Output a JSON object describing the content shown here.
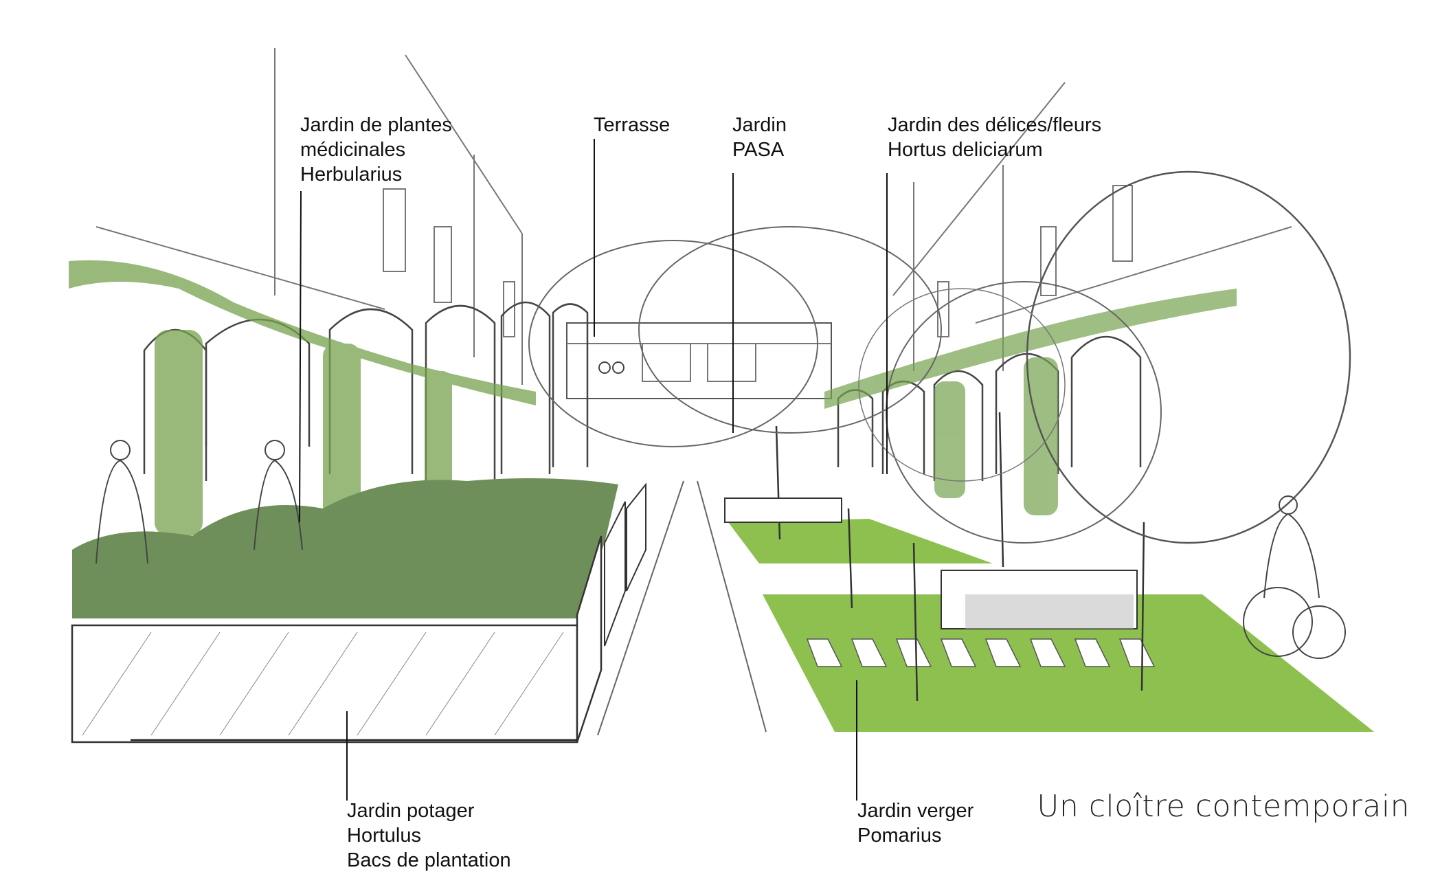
{
  "labels": {
    "medicinal": [
      "Jardin de plantes",
      "médicinales",
      "Herbularius"
    ],
    "terrace": [
      "Terrasse"
    ],
    "pasa": [
      "Jardin",
      "PASA"
    ],
    "delights": [
      "Jardin des délices/fleurs",
      "Hortus deliciarum"
    ],
    "vegetable": [
      "Jardin potager",
      "Hortulus",
      "Bacs de plantation"
    ],
    "orchard": [
      "Jardin verger",
      "Pomarius"
    ]
  },
  "caption": "Un cloître contemporain",
  "colors": {
    "lawn": "#8dc04f",
    "foliage": "#76a24e",
    "shrub": "#6e8f59",
    "pencil": "#333333"
  }
}
